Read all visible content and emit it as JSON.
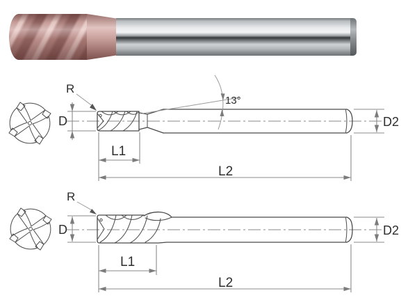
{
  "page": {
    "background": "#ffffff"
  },
  "colors": {
    "part_outline": "#4a4a4a",
    "dimension_lines": "#8a8a8a",
    "label_text": "#2e2e2e",
    "photo_flute_coating": "#c49b97",
    "photo_shank_steel": "#cfd2d4"
  },
  "drawing_top": {
    "corner_radius": "R",
    "cutting_diameter": "D",
    "neck_angle": "13°",
    "length_of_cut": "L1",
    "overall_length": "L2",
    "shank_diameter": "D2"
  },
  "drawing_bottom": {
    "corner_radius": "R",
    "cutting_diameter": "D",
    "length_of_cut": "L1",
    "overall_length": "L2",
    "shank_diameter": "D2"
  }
}
